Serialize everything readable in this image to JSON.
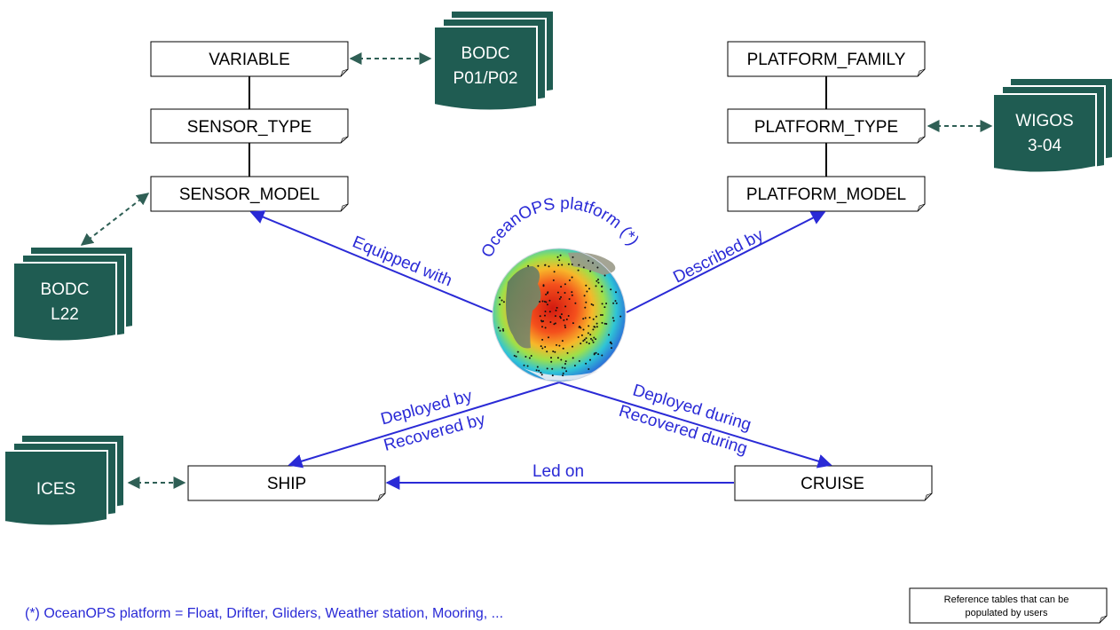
{
  "boxes": {
    "variable": "VARIABLE",
    "sensor_type": "SENSOR_TYPE",
    "sensor_model": "SENSOR_MODEL",
    "platform_family": "PLATFORM_FAMILY",
    "platform_type": "PLATFORM_TYPE",
    "platform_model": "PLATFORM_MODEL",
    "ship": "SHIP",
    "cruise": "CRUISE"
  },
  "docs": {
    "bodc_p01": [
      "BODC",
      "P01/P02"
    ],
    "wigos": [
      "WIGOS",
      "3-04"
    ],
    "bodc_l22": [
      "BODC",
      "L22"
    ],
    "ices": [
      "ICES"
    ]
  },
  "links": {
    "equipped_with": "Equipped with",
    "described_by": "Described by",
    "deployed_by": "Deployed by",
    "recovered_by": "Recovered by",
    "deployed_during": "Deployed during",
    "recovered_during": "Recovered during",
    "led_on": "Led on"
  },
  "globe_label": "OceanOPS platform (*)",
  "footnote": "(*) OceanOPS platform = Float, Drifter, Gliders, Weather station, Mooring, ...",
  "legend": [
    "Reference tables that can be",
    "populated by users"
  ],
  "colors": {
    "doc_fill": "#1f5c52",
    "link_blue": "#2a2ad6",
    "dashed_green": "#2f5f55"
  }
}
